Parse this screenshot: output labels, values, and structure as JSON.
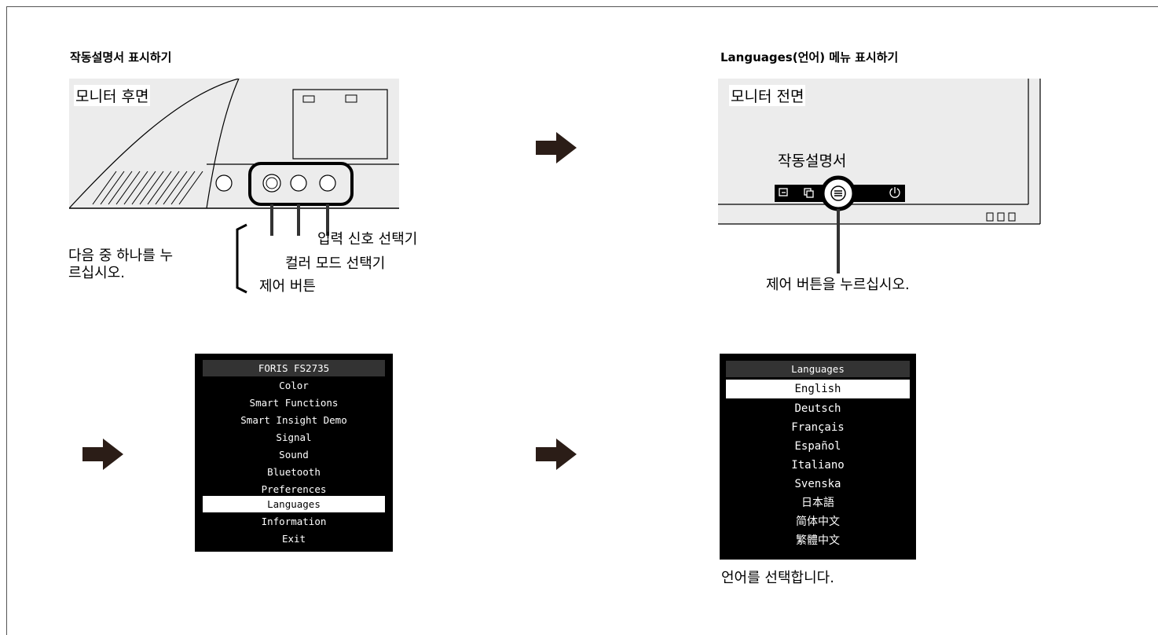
{
  "headings": {
    "left": "작동설명서 표시하기",
    "right": "Languages(언어) 메뉴 표시하기"
  },
  "rear": {
    "label": "모니터 후면",
    "instruction": "다음 중 하나를 누르십시오.",
    "instruction_line1": "다음 중 하나를 누",
    "instruction_line2": "르십시오.",
    "callouts": [
      "입력 신호 선택기",
      "컬러 모드 선택기",
      "제어 버튼"
    ]
  },
  "front": {
    "label": "모니터 전면",
    "manual_label": "작동설명서",
    "caption": "제어 버튼을 누르십시오."
  },
  "main_menu": {
    "title": "FORIS FS2735",
    "items": [
      "Color",
      "Smart Functions",
      "Smart Insight Demo",
      "Signal",
      "Sound",
      "Bluetooth",
      "Preferences",
      "Languages",
      "Information",
      "Exit"
    ],
    "selected": "Languages"
  },
  "lang_menu": {
    "title": "Languages",
    "items": [
      "English",
      "Deutsch",
      "Français",
      "Español",
      "Italiano",
      "Svenska",
      "日本語",
      "简体中文",
      "繁體中文"
    ],
    "selected": "English",
    "caption": "언어를 선택합니다."
  },
  "icons": {
    "arrow": "right-arrow-icon",
    "arrow_color": "#2b1d17"
  }
}
